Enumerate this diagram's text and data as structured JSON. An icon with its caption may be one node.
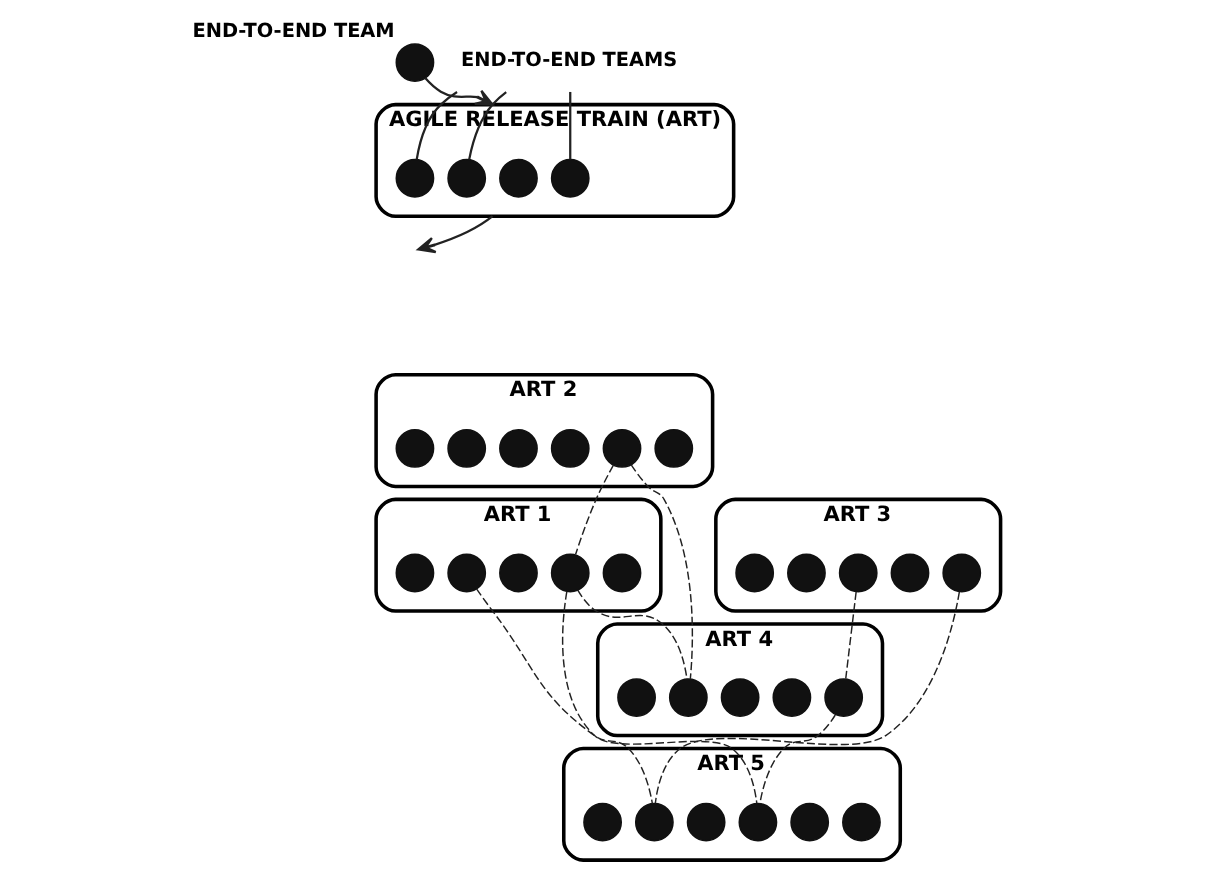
{
  "diagram": {
    "nodes": [
      {
        "text": [],
        "shape": "circle",
        "beside": [
          "END-TO-END TEAM"
        ]
      },
      {
        "text": [
          "AGILE RELEASE TRAIN (ART)"
        ]
      },
      {
        "text": [],
        "shape": "circle",
        "in": 1
      },
      {
        "text": [],
        "shape": "circle",
        "in": 1
      },
      {
        "text": [],
        "shape": "circle",
        "in": 1
      },
      {
        "text": [],
        "shape": "circle",
        "in": 1
      },
      {
        "text": [
          "END-TO-END TEAMS"
        ]
      },
      {
        "text": [
          "ART 2"
        ]
      },
      {
        "text": [],
        "shape": "circle",
        "in": 7
      },
      {
        "text": [],
        "shape": "circle",
        "in": 7
      },
      {
        "text": [],
        "shape": "circle",
        "in": 7
      },
      {
        "text": [],
        "shape": "circle",
        "in": 7
      },
      {
        "text": [],
        "shape": "circle",
        "in": 7
      },
      {
        "text": [],
        "shape": "circle",
        "in": 7
      },
      {
        "text": [
          "ART 3"
        ]
      },
      {
        "text": [],
        "shape": "circle",
        "in": 14
      },
      {
        "text": [],
        "shape": "circle",
        "in": 14
      },
      {
        "text": [],
        "shape": "circle",
        "in": 14
      },
      {
        "text": [],
        "shape": "circle",
        "in": 14
      },
      {
        "text": [],
        "shape": "circle",
        "in": 14
      },
      {
        "text": [
          "ART 1"
        ]
      },
      {
        "text": [],
        "shape": "circle",
        "in": 20
      },
      {
        "text": [],
        "shape": "circle",
        "in": 20
      },
      {
        "text": [],
        "shape": "circle",
        "in": 20
      },
      {
        "text": [],
        "shape": "circle",
        "in": 20
      },
      {
        "text": [],
        "shape": "circle",
        "in": 20
      },
      {
        "text": [
          "ART 4"
        ]
      },
      {
        "text": [],
        "shape": "circle",
        "in": 26
      },
      {
        "text": [],
        "shape": "circle",
        "in": 26
      },
      {
        "text": [],
        "shape": "circle",
        "in": 26
      },
      {
        "text": [],
        "shape": "circle",
        "in": 26
      },
      {
        "text": [],
        "shape": "circle",
        "in": 26
      },
      {
        "text": [
          "ART 5"
        ]
      },
      {
        "text": [],
        "shape": "circle",
        "in": 32
      },
      {
        "text": [],
        "shape": "circle",
        "in": 32
      },
      {
        "text": [],
        "shape": "circle",
        "in": 32
      },
      {
        "text": [],
        "shape": "circle",
        "in": 32
      },
      {
        "text": [],
        "shape": "circle",
        "in": 32
      },
      {
        "text": [],
        "shape": "circle",
        "in": 32
      }
    ],
    "edges": [
      {
        "from": 0,
        "to": 1,
        "arrow": "to"
      },
      {
        "from": 6,
        "to": 2,
        "arrow": "none"
      },
      {
        "from": 6,
        "to": 3,
        "arrow": "none"
      },
      {
        "from": 6,
        "to": 5,
        "arrow": "none"
      },
      {
        "from": 1,
        "to": null,
        "arrow": "to"
      },
      {
        "from": 12,
        "to": 28,
        "arrow": "none",
        "style": "dashed"
      },
      {
        "from": 12,
        "to": 24,
        "arrow": "none",
        "style": "dashed"
      },
      {
        "from": 24,
        "to": 36,
        "arrow": "none",
        "style": "dashed"
      },
      {
        "from": 24,
        "to": 28,
        "arrow": "none",
        "style": "dashed"
      },
      {
        "from": 17,
        "to": 31,
        "arrow": "none",
        "style": "dashed"
      },
      {
        "from": 22,
        "to": 34,
        "arrow": "none",
        "style": "dashed"
      },
      {
        "from": 19,
        "to": 34,
        "arrow": "none",
        "style": "dashed"
      },
      {
        "from": 31,
        "to": 36,
        "arrow": "none",
        "style": "dashed"
      }
    ]
  }
}
